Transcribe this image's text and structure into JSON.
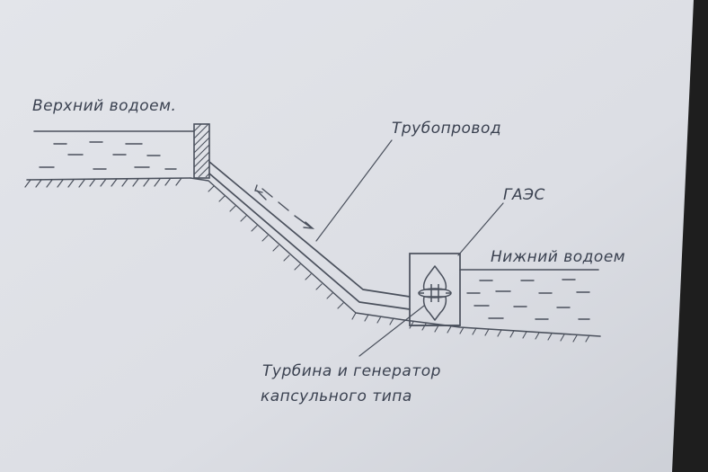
{
  "labels": {
    "upper_reservoir": "Верхний водоем.",
    "pipeline": "Трубопровод",
    "station": "ГАЭС",
    "lower_reservoir": "Нижний водоем",
    "turbine_line1": "Турбина и генератор",
    "turbine_line2": "капсульного типа"
  },
  "colors": {
    "paper": "#dfe1e6",
    "ink": "#4a505c",
    "text": "#3a4150",
    "background": "#1e1e1e"
  }
}
